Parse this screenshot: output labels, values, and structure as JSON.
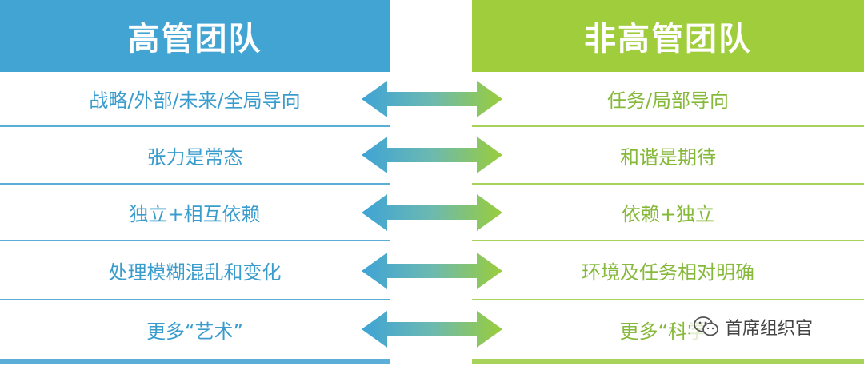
{
  "left_column": {
    "title": "高管团队",
    "items": [
      "战略/外部/未来/全局导向",
      "张力是常态",
      "独立+相互依赖",
      "处理模糊混乱和变化",
      "更多“艺术”"
    ]
  },
  "right_column": {
    "title": "非高管团队",
    "items": [
      "任务/局部导向",
      "和谐是期待",
      "依赖+独立",
      "环境及任务相对明确",
      "更多“科学”"
    ]
  },
  "watermark": {
    "text": "首席组织官",
    "icon": "wechat-icon"
  },
  "colors": {
    "left_accent": "#42a4d3",
    "right_accent": "#9fcd3b"
  }
}
